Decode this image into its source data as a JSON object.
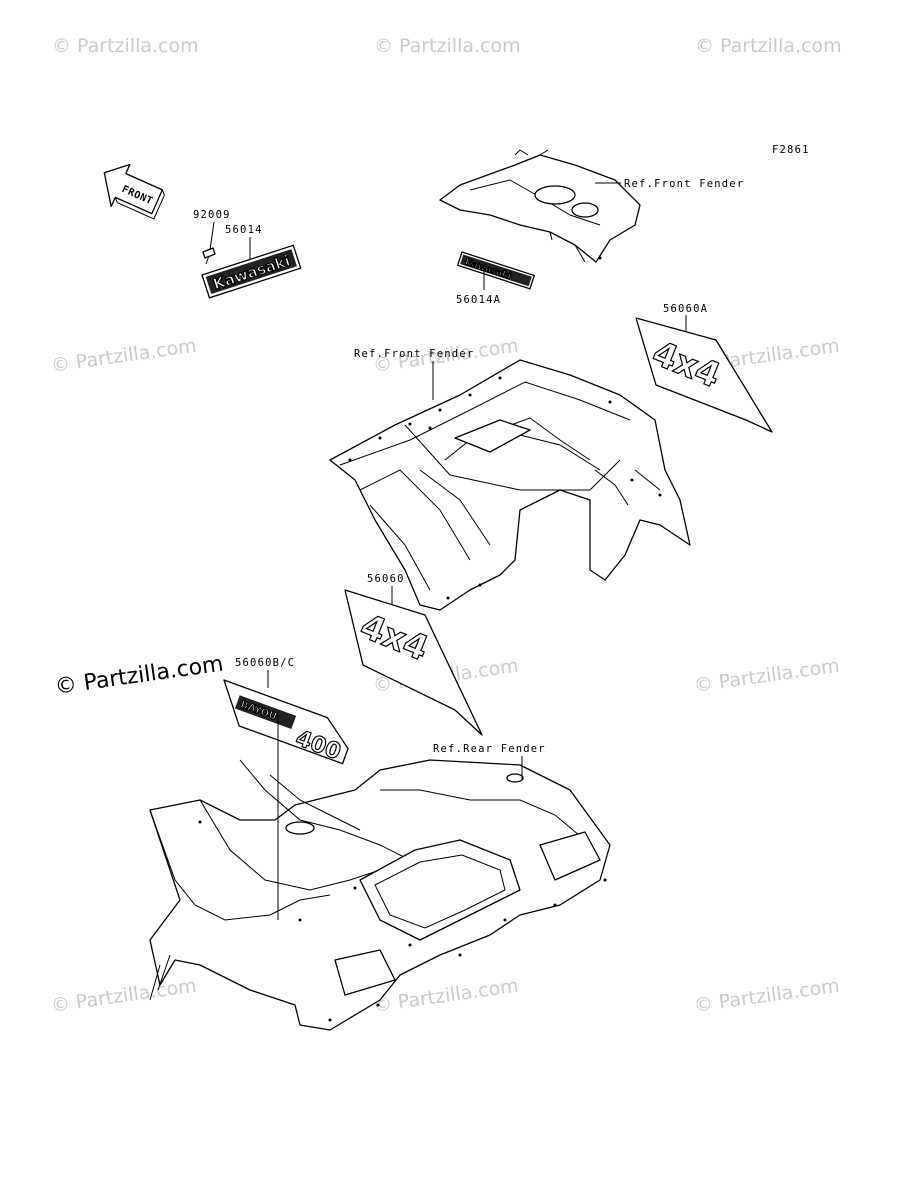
{
  "diagram": {
    "figure_code": "F2861",
    "watermark": "© Partzilla.com",
    "watermark_main": "© Partzilla.com",
    "direction_arrow": "FRONT",
    "callouts": {
      "p92009": "92009",
      "p56014": "56014",
      "p56014a": "56014A",
      "p56060a": "56060A",
      "p56060": "56060",
      "p56060bc": "56060B/C",
      "ref_front_fender_top": "Ref.Front Fender",
      "ref_front_fender_mid": "Ref.Front Fender",
      "ref_rear_fender": "Ref.Rear Fender"
    },
    "decals": {
      "brand_large": "Kawasaki",
      "brand_small": "Kawasaki",
      "model_front": "4x4",
      "model_side": "4x4",
      "model_name": "BAYOU",
      "model_number": "400"
    }
  }
}
